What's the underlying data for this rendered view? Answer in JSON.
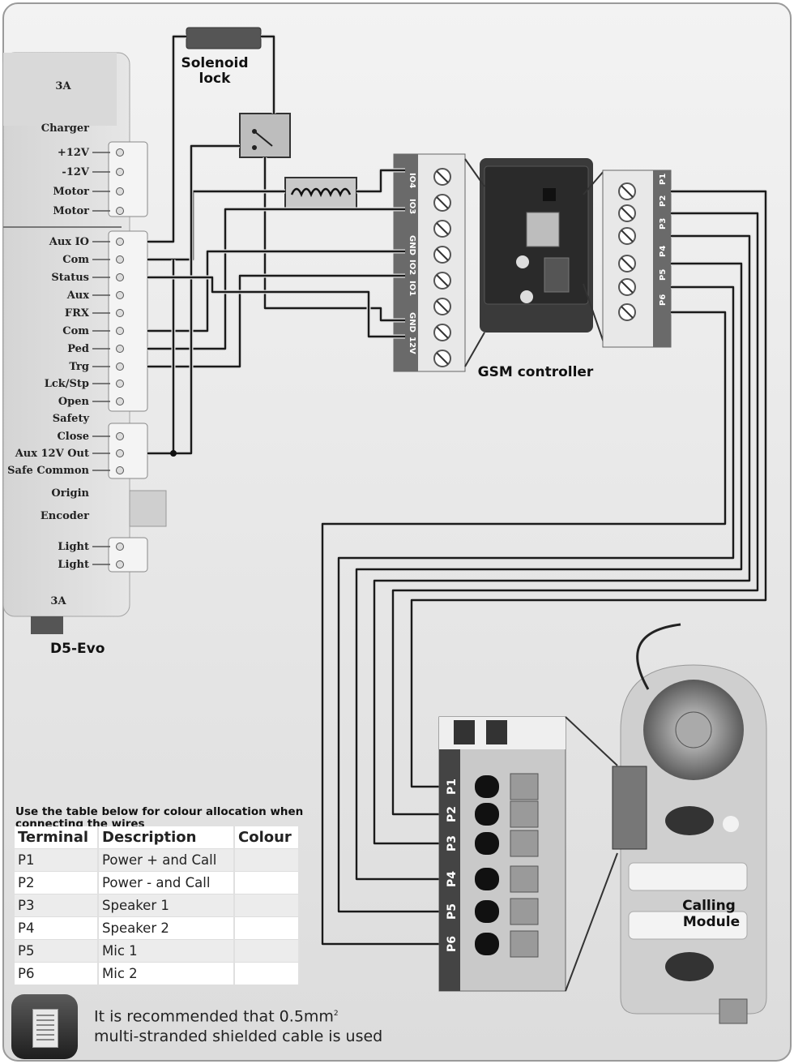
{
  "labels": {
    "solenoid_line1": "Solenoid",
    "solenoid_line2": "lock",
    "gsm": "GSM controller",
    "d5": "D5-Evo",
    "calling_line1": "Calling",
    "calling_line2": "Module"
  },
  "d5_terminals": [
    "Charger",
    "+12V",
    "-12V",
    "Motor",
    "Motor",
    "Aux IO",
    "Com",
    "Status",
    "Aux",
    "FRX",
    "Com",
    "Ped",
    "Trg",
    "Lck/Stp",
    "Open",
    "Safety",
    "Close",
    "Aux 12V Out",
    "Safe Common",
    "Origin",
    "Encoder",
    "Light",
    "Light"
  ],
  "d5_fuse_top": "3A",
  "d5_fuse_bottom": "3A",
  "gsm_terminals": [
    "IO4",
    "IO3",
    "GND",
    "IO2",
    "IO1",
    "GND",
    "12V"
  ],
  "gsm_ports": [
    "P1",
    "P2",
    "P3",
    "P4",
    "P5",
    "P6"
  ],
  "module_ports": [
    "P1",
    "P2",
    "P3",
    "P4",
    "P5",
    "P6"
  ],
  "table_title": "Use the table below for colour allocation when connecting the wires",
  "table": {
    "headers": [
      "Terminal",
      "Description",
      "Colour"
    ],
    "rows": [
      [
        "P1",
        "Power + and Call",
        ""
      ],
      [
        "P2",
        "Power - and Call",
        ""
      ],
      [
        "P3",
        "Speaker 1",
        ""
      ],
      [
        "P4",
        "Speaker 2",
        ""
      ],
      [
        "P5",
        "Mic 1",
        ""
      ],
      [
        "P6",
        "Mic 2",
        ""
      ]
    ]
  },
  "note": {
    "line1": "It is recommended that 0.5mm",
    "sup": "2",
    "line2": "multi-stranded shielded cable is used"
  }
}
